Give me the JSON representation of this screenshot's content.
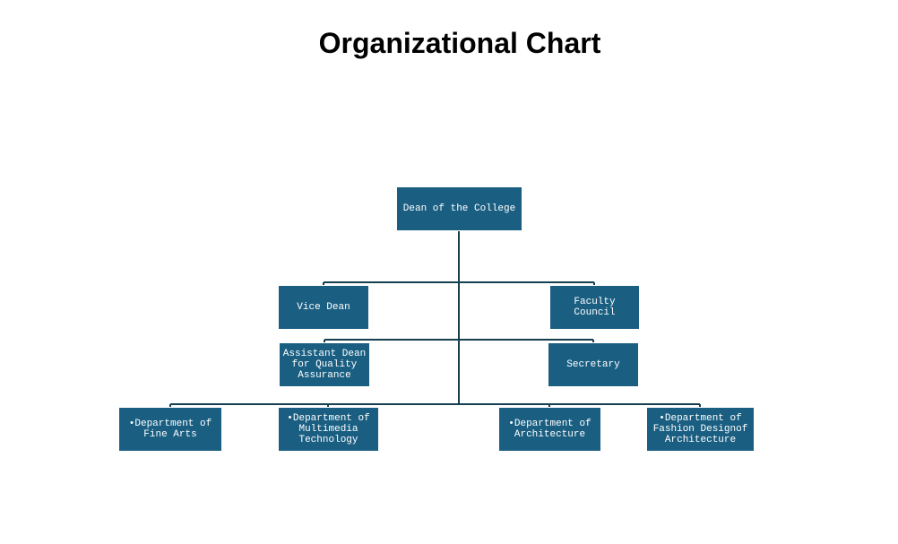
{
  "page": {
    "title": "Organizational Chart"
  },
  "colors": {
    "box_fill": "#1a5f82",
    "connector": "#163f4f",
    "box_text": "#ffffff"
  },
  "nodes": {
    "dean": {
      "label": "Dean of the College"
    },
    "vice_dean": {
      "label": "Vice Dean"
    },
    "faculty_council": {
      "label": "Faculty\nCouncil"
    },
    "assistant_dean": {
      "label": "Assistant Dean\nfor Quality\nAssurance"
    },
    "secretary": {
      "label": "Secretary"
    },
    "dept_fine_arts": {
      "label": "•Department of\nFine Arts"
    },
    "dept_multimedia": {
      "label": "•Department of\nMultimedia\nTechnology"
    },
    "dept_architecture": {
      "label": "•Department of\nArchitecture"
    },
    "dept_fashion": {
      "label": "•Department of\nFashion Designof\nArchitecture"
    }
  }
}
